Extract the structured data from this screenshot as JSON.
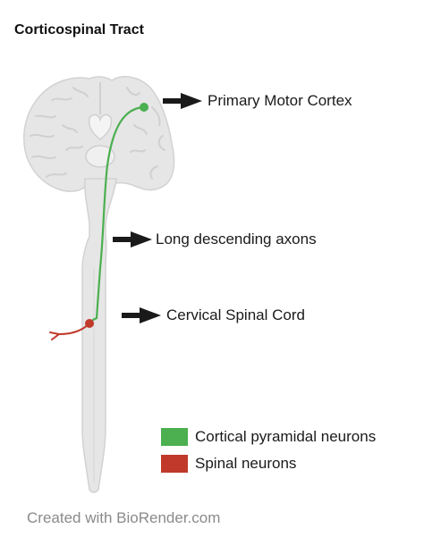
{
  "title": "Corticospinal Tract",
  "labels": {
    "motor_cortex": "Primary Motor Cortex",
    "descending_axons": "Long descending axons",
    "cervical_cord": "Cervical Spinal Cord"
  },
  "legend": [
    {
      "label": "Cortical pyramidal neurons",
      "color": "#4caf50"
    },
    {
      "label": "Spinal neurons",
      "color": "#c0392b"
    }
  ],
  "footer": "Created with BioRender.com",
  "colors": {
    "neuron_green": "#4caf50",
    "neuron_red": "#c0392b",
    "tissue_fill": "#e6e6e6",
    "tissue_stroke": "#d2d2d2",
    "arrow": "#1a1a1a"
  },
  "icons": {
    "brain": "brain-coronal-section-icon",
    "spinal_cord": "spinal-cord-icon",
    "arrow": "arrow-right-icon"
  }
}
